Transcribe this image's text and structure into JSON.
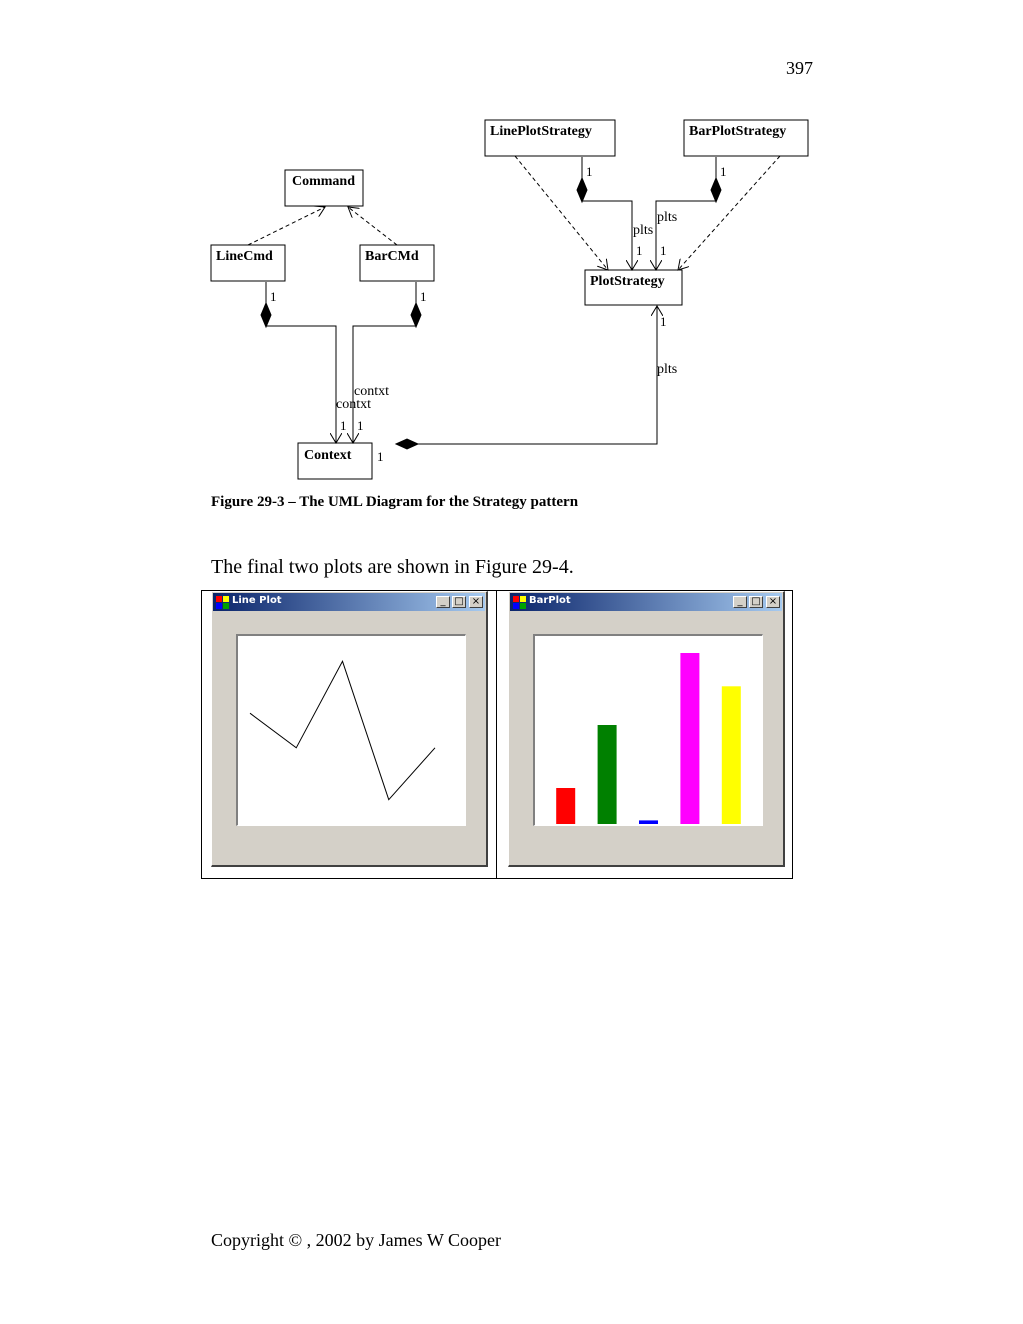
{
  "page_number": "397",
  "uml": {
    "classes": [
      {
        "id": "command",
        "label": "Command"
      },
      {
        "id": "linecmd",
        "label": "LineCmd"
      },
      {
        "id": "barcmd",
        "label": "BarCMd"
      },
      {
        "id": "context",
        "label": "Context"
      },
      {
        "id": "lineplotstrategy",
        "label": "LinePlotStrategy"
      },
      {
        "id": "barplotstrategy",
        "label": "BarPlotStrategy"
      },
      {
        "id": "plotstrategy",
        "label": "PlotStrategy"
      }
    ],
    "role_contxt": "contxt",
    "role_plts": "plts",
    "multiplicity": "1"
  },
  "caption": "Figure 29-3 – The UML Diagram for the Strategy pattern",
  "body_text": "The final two plots are shown in Figure 29-4.",
  "windows": {
    "line_plot": {
      "title": "Line Plot"
    },
    "bar_plot": {
      "title": "BarPlot"
    },
    "buttons": {
      "minimize": "_",
      "maximize": "□",
      "close": "×"
    },
    "icon_colors": [
      "#ff0000",
      "#ffff00",
      "#0000ff",
      "#00a000"
    ]
  },
  "chart_data": [
    {
      "type": "line",
      "title": "",
      "x": [
        0,
        1,
        2,
        3,
        4
      ],
      "values": [
        6,
        4,
        9,
        1,
        4
      ],
      "ylim": [
        0,
        10
      ],
      "color": "#000000"
    },
    {
      "type": "bar",
      "title": "",
      "categories": [
        "",
        "",
        "",
        "",
        ""
      ],
      "values": [
        4,
        11,
        0.4,
        19,
        15.3
      ],
      "ylim": [
        0,
        20
      ],
      "colors": [
        "#ff0000",
        "#008000",
        "#0000ff",
        "#ff00ff",
        "#ffff00"
      ]
    }
  ],
  "footer": "Copyright © , 2002 by James W Cooper"
}
